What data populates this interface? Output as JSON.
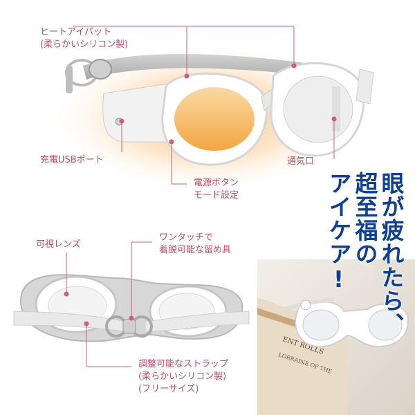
{
  "callouts": {
    "heat_pad": {
      "line1": "ヒートアイパット",
      "line2": "(柔らかいシリコン製)"
    },
    "usb_port": {
      "text": "充電USBポート"
    },
    "vent": {
      "text": "通気口"
    },
    "power_button": {
      "line1": "電源ボタン",
      "line2": "モード設定"
    },
    "visible_lens": {
      "text": "可視レンズ"
    },
    "one_touch": {
      "line1": "ワンタッチで",
      "line2": "着脱可能な留め具"
    },
    "strap": {
      "line1": "調整可能なストラップ",
      "line2": "(柔らかいシリコン製)",
      "line3": "(フリーサイズ)"
    }
  },
  "headline": {
    "col1": "眼が疲れたら、",
    "col2": "超至福の",
    "col3": "アイケア!"
  },
  "book_text": {
    "line1": "ENT ROLLS",
    "line2": "LORRAINE OF THE"
  },
  "colors": {
    "accent_pink": "#c94a64",
    "headline_blue": "#0b3f9b",
    "lens_glow": "#f5b24a"
  }
}
